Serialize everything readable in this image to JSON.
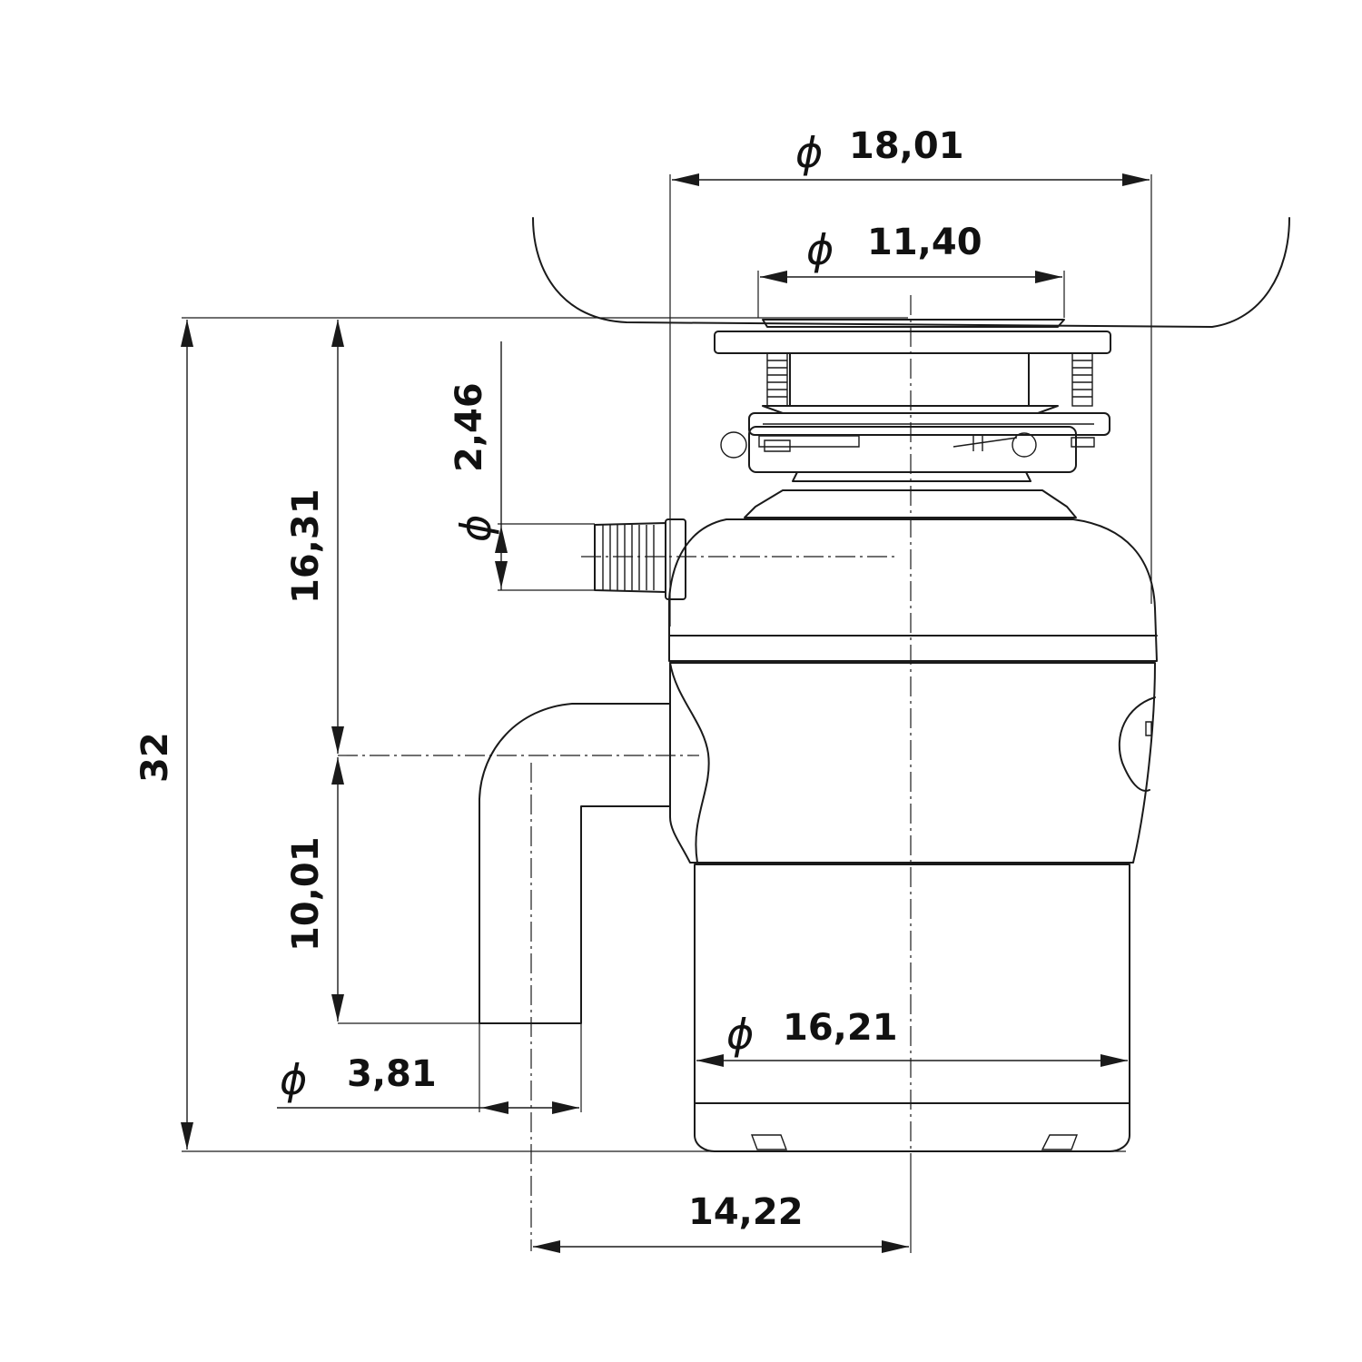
{
  "dimensions": {
    "flange_outer": {
      "symbol": "ϕ",
      "value": "18,01"
    },
    "sink_opening": {
      "symbol": "ϕ",
      "value": "11,40"
    },
    "dishwasher_inlet": {
      "symbol": "ϕ",
      "value": "2,46"
    },
    "inlet_height": {
      "value": "16,31"
    },
    "total_height": {
      "value": "32"
    },
    "outlet_height": {
      "value": "10,01"
    },
    "outlet_pipe": {
      "symbol": "ϕ",
      "value": "3,81"
    },
    "body_diameter": {
      "symbol": "ϕ",
      "value": "16,21"
    },
    "outlet_offset": {
      "value": "14,22"
    }
  }
}
